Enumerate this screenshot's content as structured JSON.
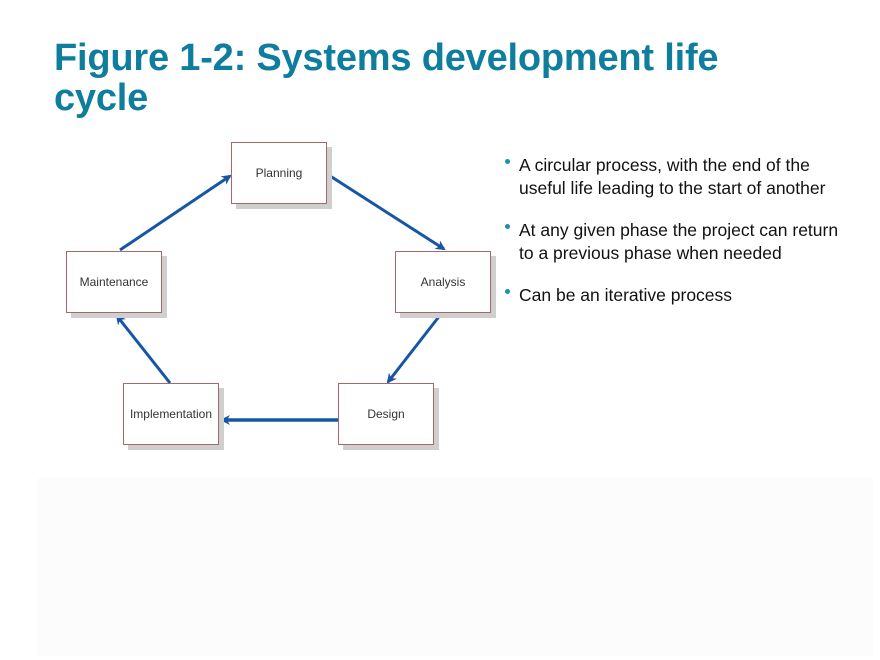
{
  "slide": {
    "title": "Figure 1-2: Systems development life cycle",
    "title_color": "#0f7e9e",
    "accent_color": "#1d8fb0"
  },
  "diagram": {
    "arrow_color": "#1656a6",
    "box_border_color": "#a9676b",
    "nodes": [
      {
        "id": "planning",
        "label": "Planning"
      },
      {
        "id": "analysis",
        "label": "Analysis"
      },
      {
        "id": "design",
        "label": "Design"
      },
      {
        "id": "implementation",
        "label": "Implementation"
      },
      {
        "id": "maintenance",
        "label": "Maintenance"
      }
    ],
    "edges": [
      {
        "from": "Planning",
        "to": "Analysis"
      },
      {
        "from": "Analysis",
        "to": "Design"
      },
      {
        "from": "Design",
        "to": "Implementation"
      },
      {
        "from": "Implementation",
        "to": "Maintenance"
      },
      {
        "from": "Maintenance",
        "to": "Planning"
      }
    ]
  },
  "bullets": [
    {
      "text": "A circular process, with the end of the useful life leading to the start of another"
    },
    {
      "text": "At any given phase the project can return to a previous phase when needed"
    },
    {
      "text": "Can be an iterative process"
    }
  ]
}
